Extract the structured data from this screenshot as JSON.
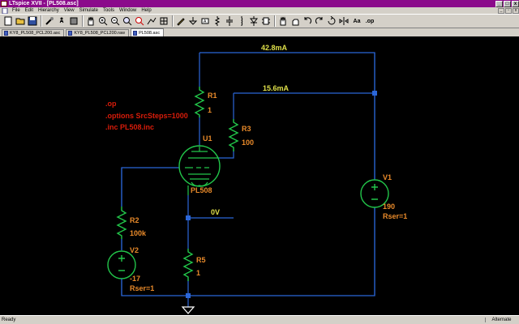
{
  "window": {
    "title": "LTspice XVII - [PL508.asc]"
  },
  "menu": [
    "File",
    "Edit",
    "Hierarchy",
    "View",
    "Simulate",
    "Tools",
    "Window",
    "Help"
  ],
  "toolbar": {
    "buttons": [
      "new-schematic",
      "open",
      "save",
      "control-panel",
      "run",
      "halt",
      "pan",
      "zoom-in",
      "zoom-out",
      "zoom-full",
      "zoom-cancel",
      "autorange",
      "grid",
      "wire",
      "ground",
      "label-net",
      "resistor",
      "capacitor",
      "inductor",
      "diode",
      "component",
      "move",
      "drag",
      "undo",
      "redo",
      "rotate",
      "mirror",
      "text",
      "spice-directive"
    ],
    "text_label": "Aa",
    "op_label": ".op"
  },
  "tabs": [
    {
      "label": "KY8_PL508_PCL200.asc",
      "active": false
    },
    {
      "label": "KY8_PL508_PCL200.raw",
      "active": false
    },
    {
      "label": "PL508.asc",
      "active": true
    }
  ],
  "schematic": {
    "currents": {
      "top": "42.8mA",
      "mid": "15.6mA"
    },
    "node_voltage": "0V",
    "directives": [
      ".op",
      ".options SrcSteps=1000",
      ".inc PL508.inc"
    ],
    "components": {
      "R1": {
        "name": "R1",
        "value": "1"
      },
      "R2": {
        "name": "R2",
        "value": "100k"
      },
      "R3": {
        "name": "R3",
        "value": "100"
      },
      "R5": {
        "name": "R5",
        "value": "1"
      },
      "U1": {
        "name": "U1",
        "value": "PL508"
      },
      "V1": {
        "name": "V1",
        "value": "190",
        "param": "Rser=1"
      },
      "V2": {
        "name": "V2",
        "value": "-17",
        "param": "Rser=1"
      }
    },
    "colors": {
      "wire": "#2b66d8",
      "component": "#22c64a",
      "junction": "#2b66d8",
      "current": "#dfe04a",
      "directive": "#d91c0a",
      "label": "#e98a2a"
    }
  },
  "status": {
    "left": "Ready",
    "right": "Alternate"
  }
}
